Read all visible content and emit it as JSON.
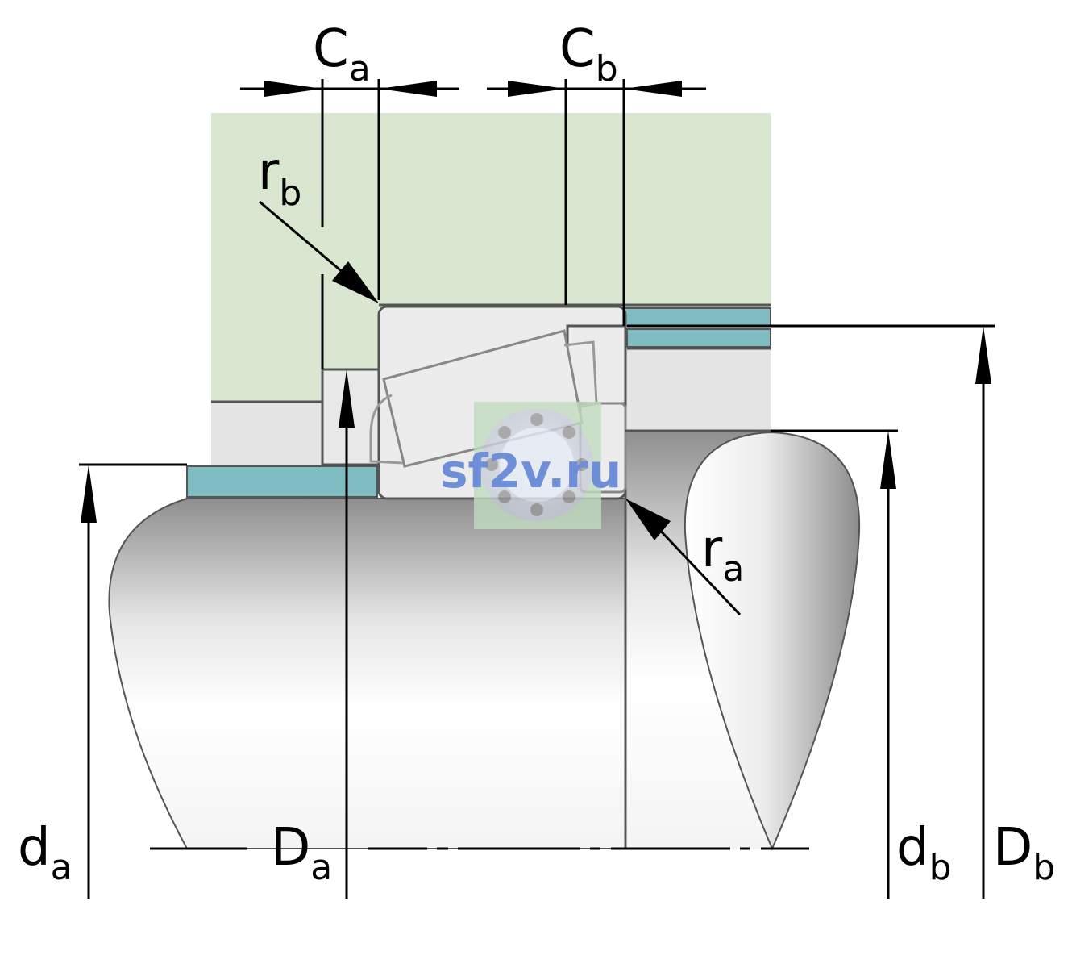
{
  "labels": {
    "ca": {
      "main": "C",
      "sub": "a"
    },
    "cb": {
      "main": "C",
      "sub": "b"
    },
    "rb": {
      "main": "r",
      "sub": "b"
    },
    "ra": {
      "main": "r",
      "sub": "a"
    },
    "da": {
      "main": "d",
      "sub": "a"
    },
    "Da": {
      "main": "D",
      "sub": "a"
    },
    "db": {
      "main": "d",
      "sub": "b"
    },
    "Db": {
      "main": "D",
      "sub": "b"
    }
  },
  "watermark": "sf2v.ru",
  "colors": {
    "housing": "#d9e6d0",
    "sleeve": "#7fbcc2",
    "bearing": "#ececec",
    "line": "#555555"
  }
}
